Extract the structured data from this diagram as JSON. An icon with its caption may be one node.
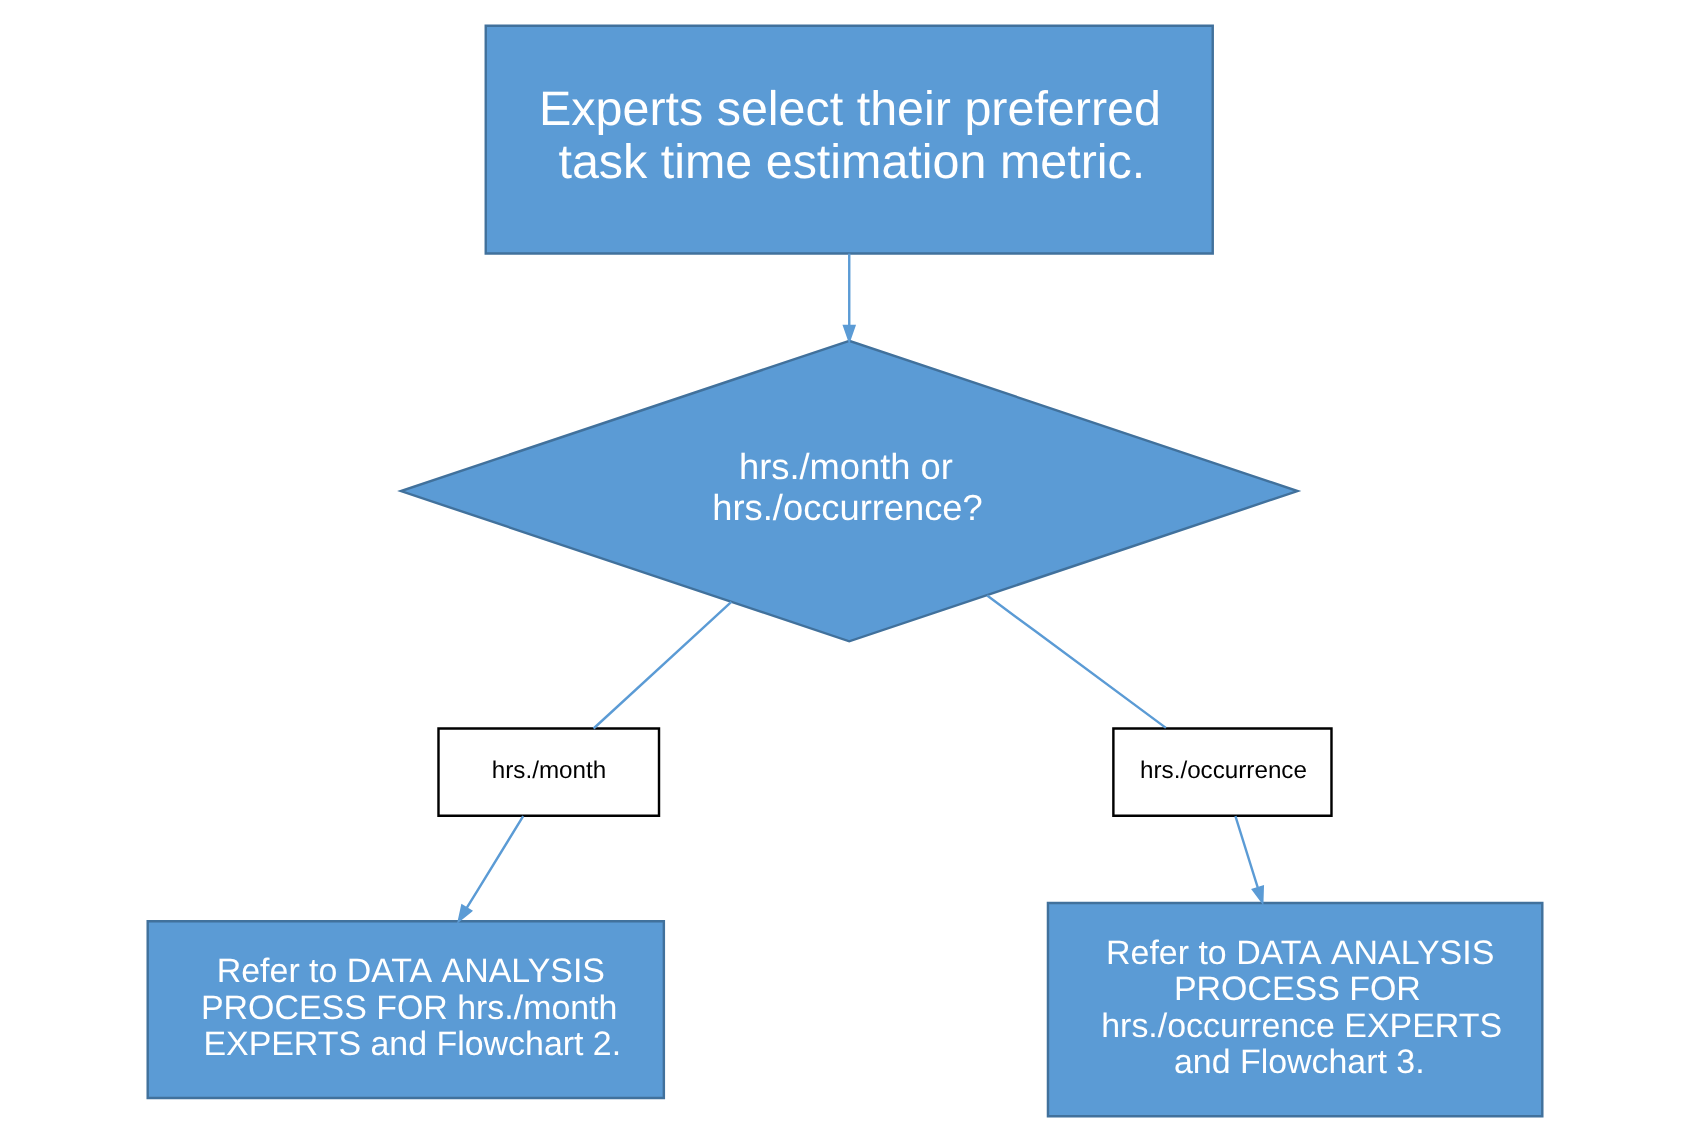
{
  "diagram": {
    "nodes": [
      {
        "text": [
          "Experts select their preferred task time estimation metric."
        ]
      },
      {
        "text": [
          "hrs./month or hrs./occurrence?"
        ]
      },
      {
        "text": [
          "hrs./month"
        ]
      },
      {
        "text": [
          "hrs./occurrence"
        ]
      },
      {
        "text": [
          "Refer to DATA ANALYSIS PROCESS FOR hrs./month EXPERTS and Flowchart 2."
        ]
      },
      {
        "text": [
          "Refer to DATA ANALYSIS PROCESS FOR hrs./occurrence EXPERTS and Flowchart 3."
        ]
      }
    ],
    "edges": [
      {
        "from": 0,
        "to": 1,
        "arrow": "to"
      },
      {
        "from": 1,
        "to": 2,
        "arrow": "none"
      },
      {
        "from": 2,
        "to": 4,
        "arrow": "to"
      },
      {
        "from": 1,
        "to": 3,
        "arrow": "none"
      },
      {
        "from": 3,
        "to": 5,
        "arrow": "to"
      }
    ]
  }
}
